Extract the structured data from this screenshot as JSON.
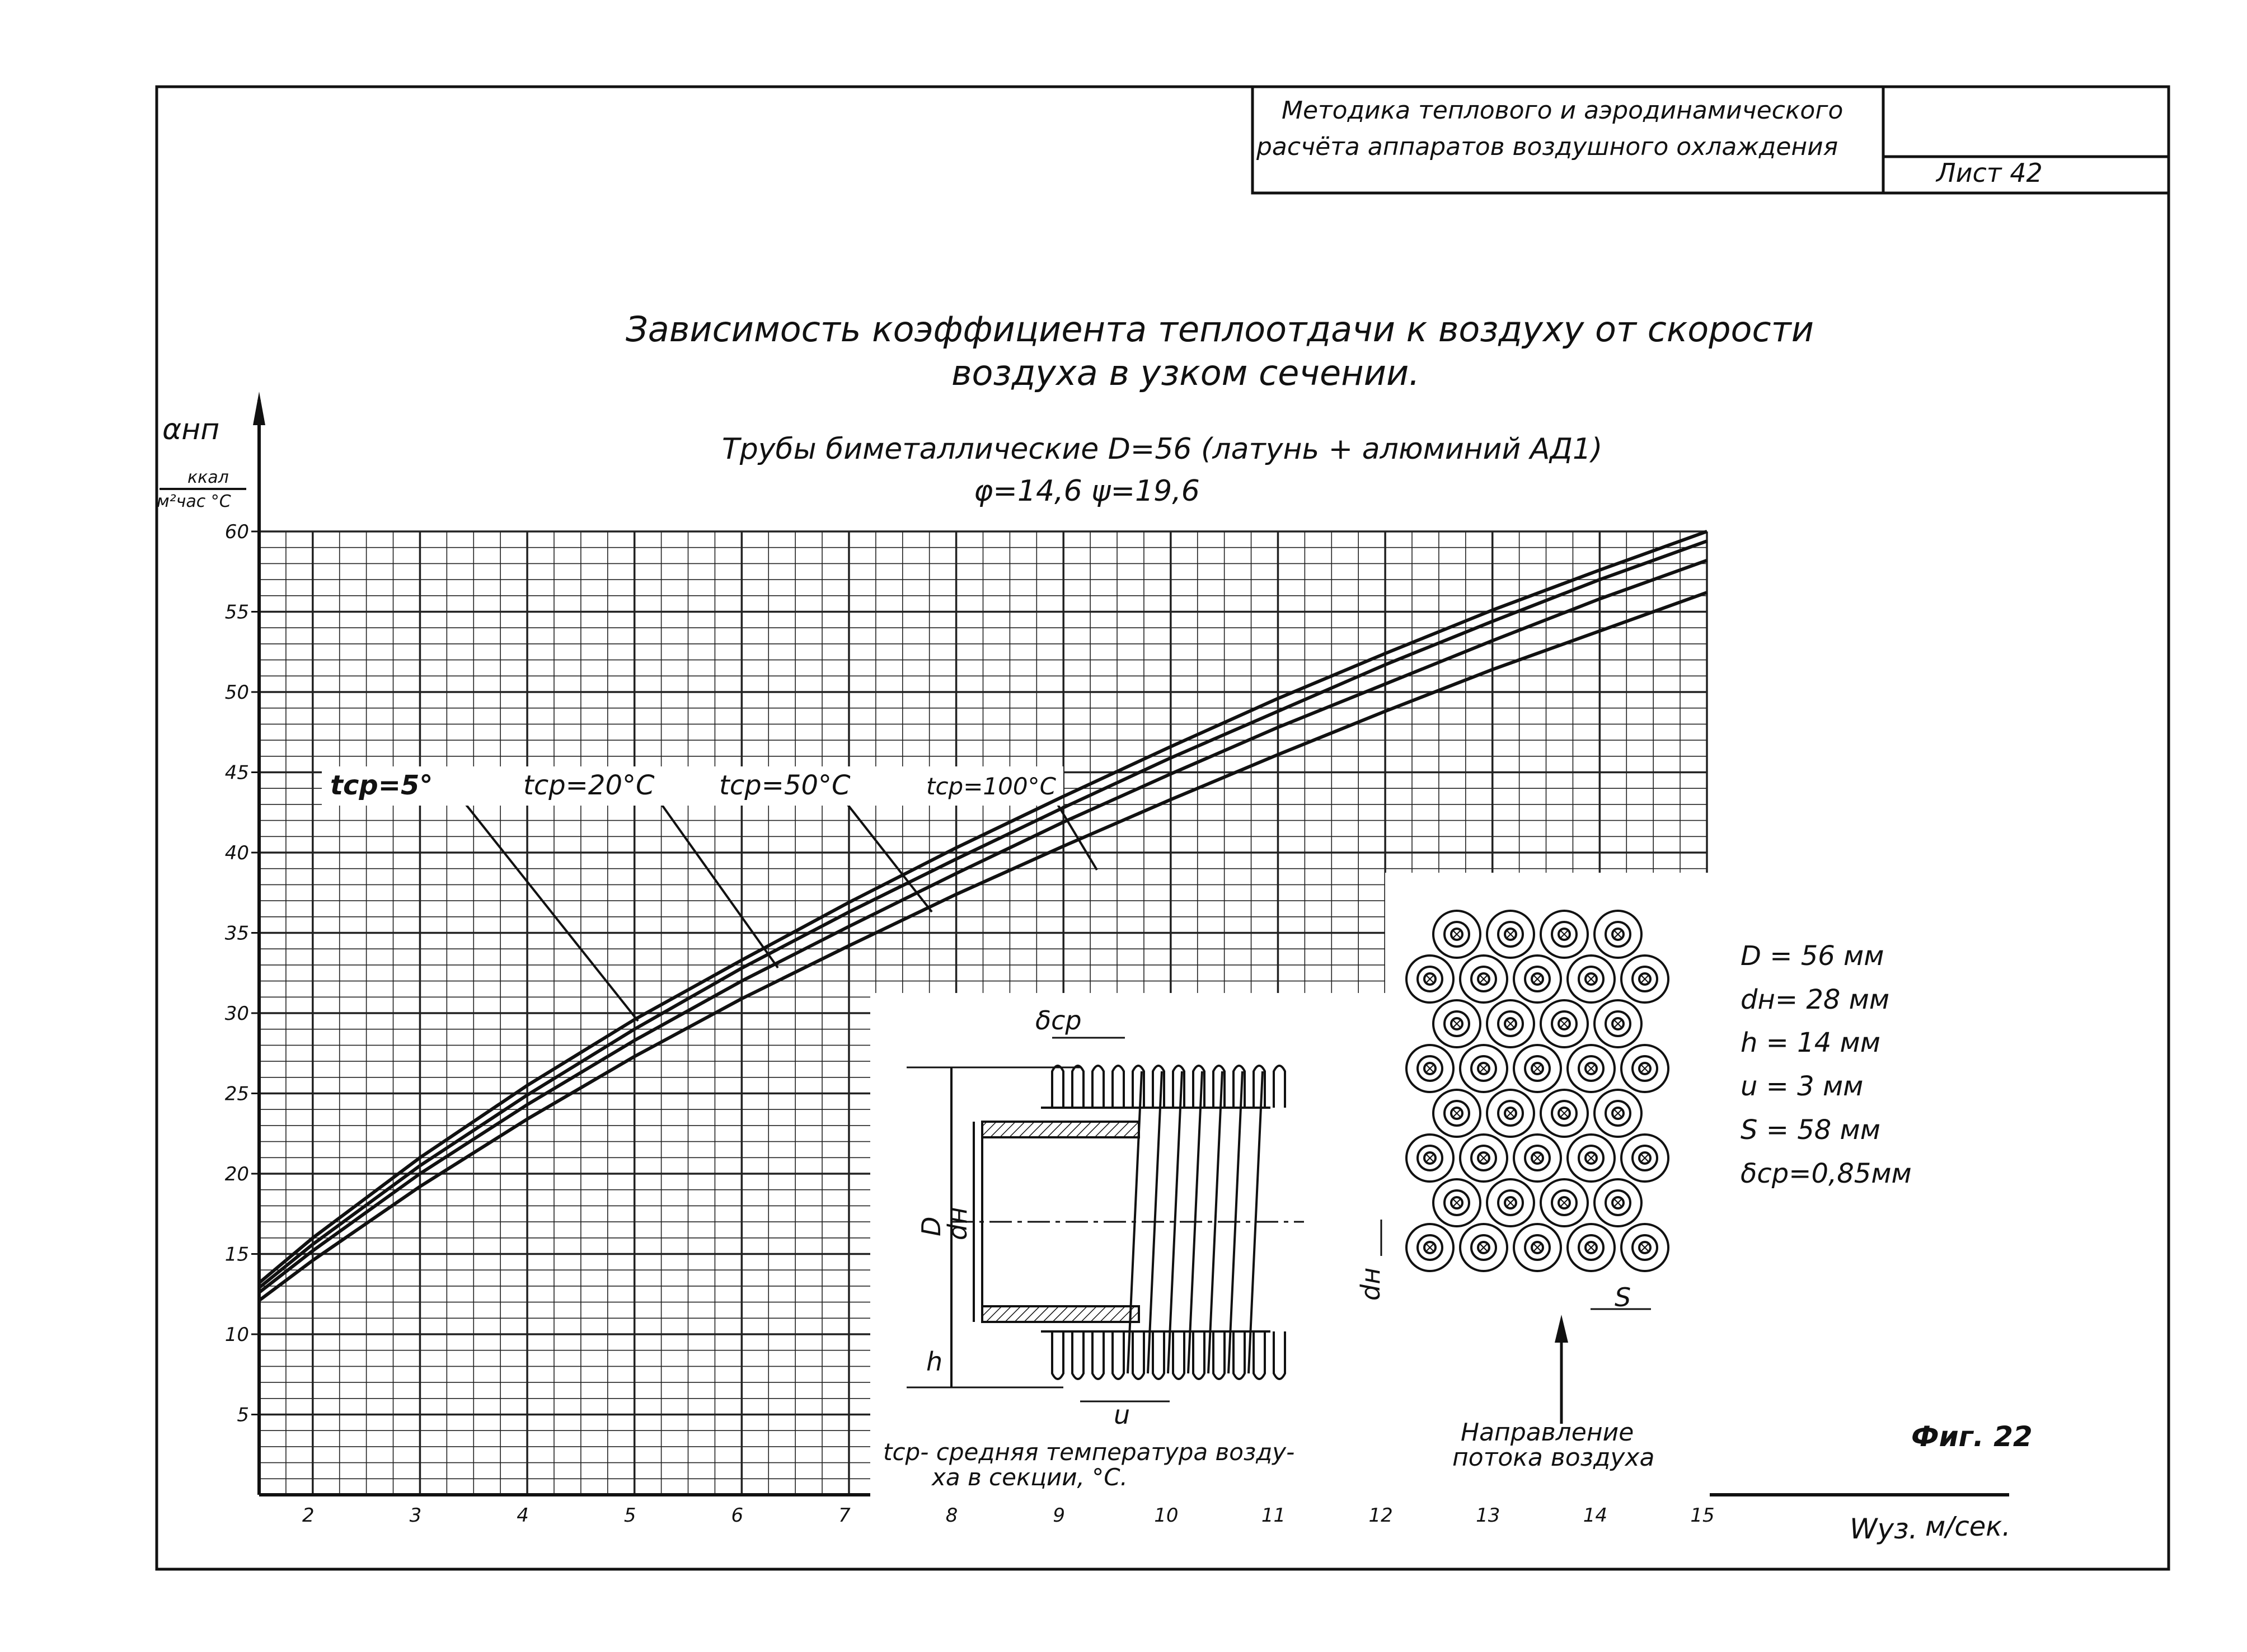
{
  "stamp": {
    "title_line1": "Методика теплового и аэродинамического",
    "title_line2": "расчёта аппаратов воздушного охлаждения",
    "sheet_label": "Лист 42"
  },
  "heading": {
    "line1": "Зависимость коэффициента теплоотдачи к воздуху от скорости",
    "line2": "воздуха в узком сечении.",
    "subtitle1": "Трубы биметаллические D=56 (латунь + алюминий АД1)",
    "subtitle2": "φ=14,6    ψ=19,6"
  },
  "y_axis": {
    "symbol": "αнп",
    "unit_top": "ккал",
    "unit_bottom": "м²час °С"
  },
  "x_axis": {
    "symbol": "Wуз.",
    "unit": "м/сек."
  },
  "curve_labels": [
    "tср=5°",
    "tср=20°С",
    "tср=50°С",
    "tср=100°С"
  ],
  "params": [
    "D = 56 мм",
    "dн= 28 мм",
    "h = 14 мм",
    "u = 3 мм",
    "S = 58 мм",
    "δср=0,85мм"
  ],
  "drawing": {
    "delta_label": "δср",
    "D_label": "D",
    "dn_label": "dн",
    "h_label": "h",
    "u_label": "u",
    "dn_label2": "dн",
    "S_label": "S"
  },
  "note": {
    "line1": "tср- средняя температура возду-",
    "line2": "ха в секции, °С."
  },
  "flow": {
    "line1": "Направление",
    "line2": "потока воздуха"
  },
  "figure_label": "Фиг. 22",
  "chart_data": {
    "type": "line",
    "title": "Зависимость коэффициента теплоотдачи к воздуху от скорости воздуха в узком сечении.",
    "xlabel": "Wуз. м/сек.",
    "ylabel": "αнп ккал/м²час °С",
    "xlim": [
      1.5,
      15
    ],
    "ylim": [
      0,
      60
    ],
    "x_ticks": [
      2,
      3,
      4,
      5,
      6,
      7,
      8,
      9,
      10,
      11,
      12,
      13,
      14,
      15
    ],
    "y_ticks": [
      5,
      10,
      15,
      20,
      25,
      30,
      35,
      40,
      45,
      50,
      55,
      60
    ],
    "grid": true,
    "x": [
      1.5,
      2,
      3,
      4,
      5,
      6,
      7,
      8,
      9,
      10,
      11,
      12,
      13,
      14,
      15
    ],
    "series": [
      {
        "name": "tср=5°",
        "values": [
          13.2,
          16.0,
          21.0,
          25.5,
          29.6,
          33.3,
          36.9,
          40.3,
          43.5,
          46.6,
          49.6,
          52.4,
          55.1,
          57.6,
          60.0
        ]
      },
      {
        "name": "tср=20°С",
        "values": [
          12.9,
          15.6,
          20.5,
          24.9,
          29.0,
          32.8,
          36.3,
          39.6,
          42.8,
          45.9,
          48.8,
          51.7,
          54.4,
          57.0,
          59.4
        ]
      },
      {
        "name": "tср=50°С",
        "values": [
          12.6,
          15.2,
          20.0,
          24.3,
          28.3,
          32.0,
          35.4,
          38.7,
          41.9,
          44.9,
          47.8,
          50.5,
          53.2,
          55.8,
          58.2
        ]
      },
      {
        "name": "tср=100°С",
        "values": [
          12.1,
          14.6,
          19.2,
          23.4,
          27.3,
          30.9,
          34.2,
          37.4,
          40.4,
          43.3,
          46.1,
          48.8,
          51.4,
          53.8,
          56.2
        ]
      }
    ]
  }
}
